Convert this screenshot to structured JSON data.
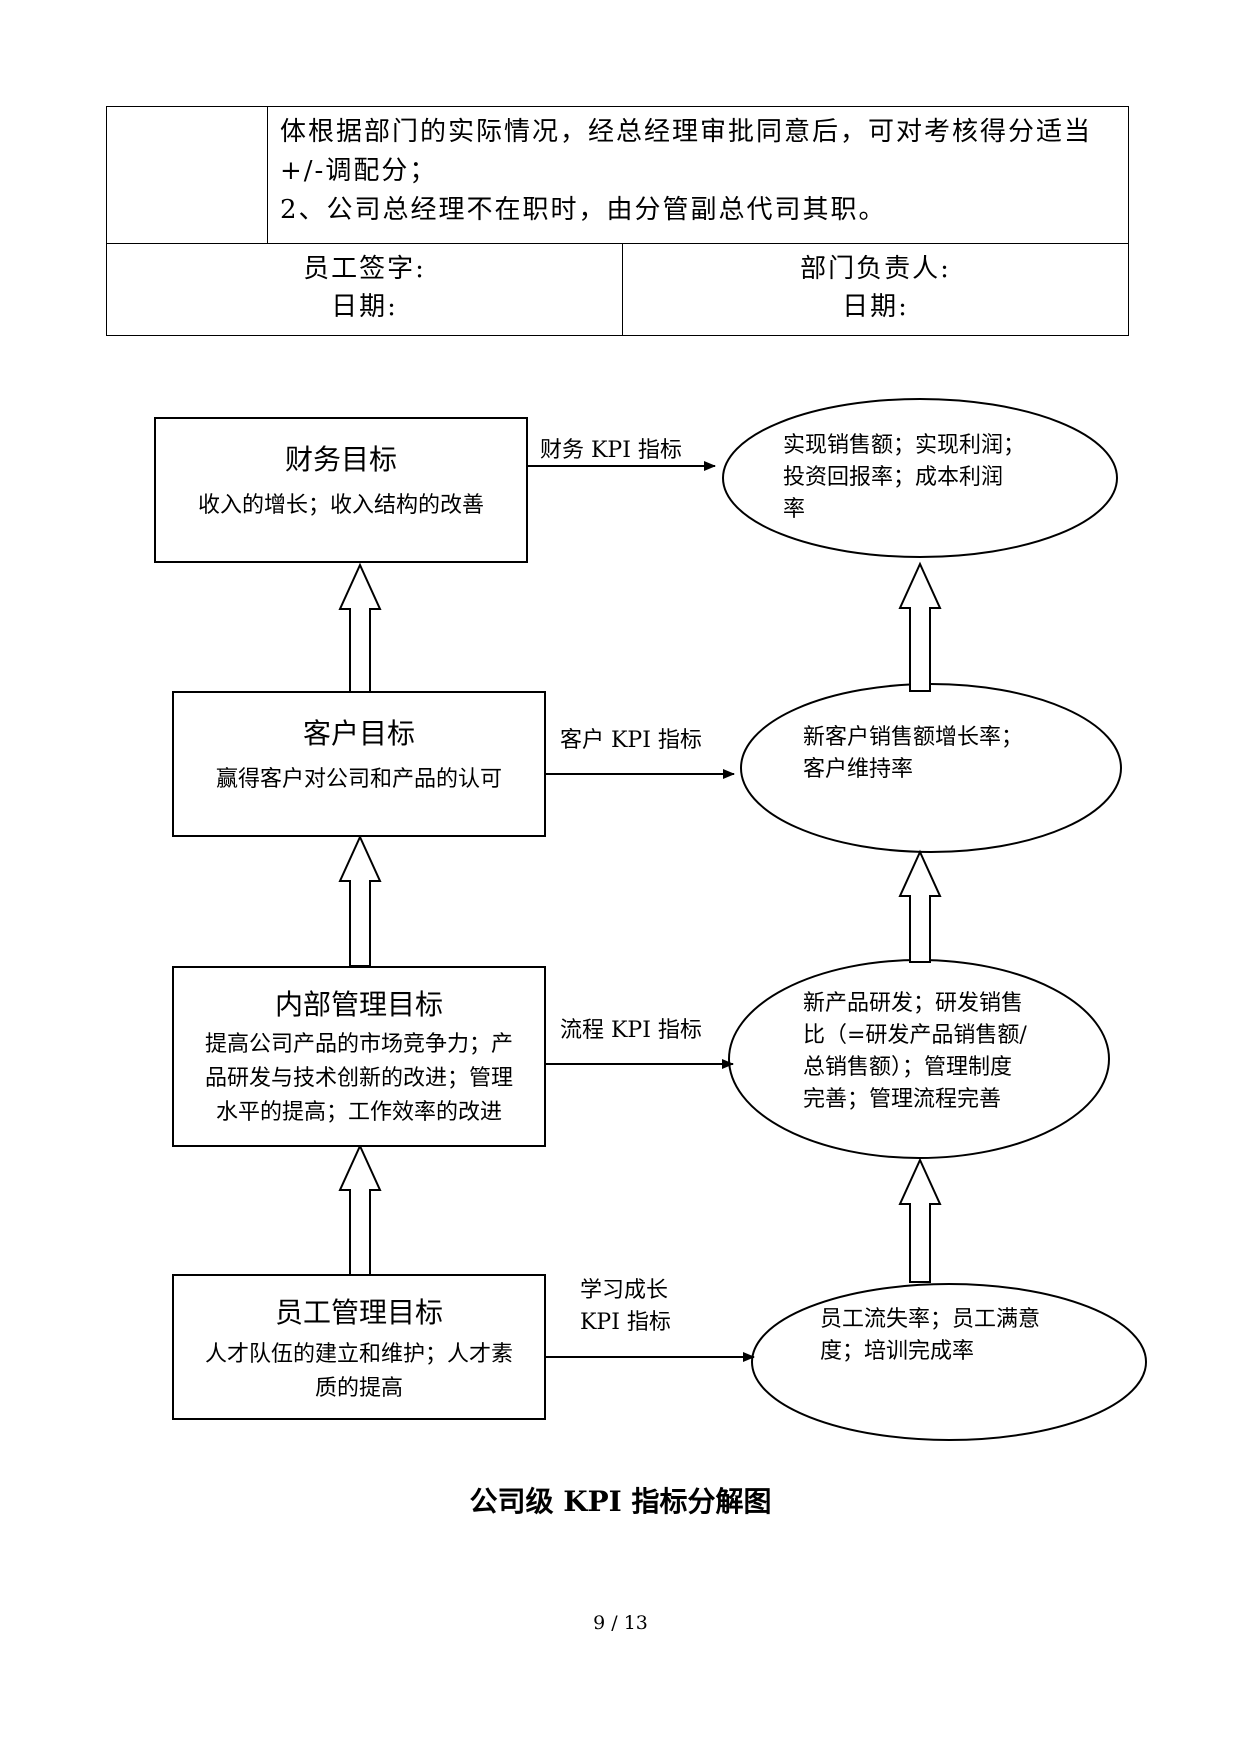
{
  "table": {
    "row1_text_lines": [
      "体根据部门的实际情况，经总经理审批同意后，可对考核得分适当",
      "+/-调配分；",
      "2、公司总经理不在职时，由分管副总代司其职。"
    ],
    "employee_sign": "员工签字:",
    "employee_date": "日期:",
    "dept_head_sign": "部门负责人:",
    "dept_head_date": "日期:"
  },
  "diagram": {
    "boxes": [
      {
        "title": "财务目标",
        "desc_lines": [
          "收入的增长；收入结构的改善"
        ]
      },
      {
        "title": "客户目标",
        "desc_lines": [
          "赢得客户对公司和产品的认可"
        ]
      },
      {
        "title": "内部管理目标",
        "desc_lines": [
          "提高公司产品的市场竞争力；产",
          "品研发与技术创新的改进；管理",
          "水平的提高；工作效率的改进"
        ]
      },
      {
        "title": "员工管理目标",
        "desc_lines": [
          "人才队伍的建立和维护；人才素",
          "质的提高"
        ]
      }
    ],
    "arrow_labels": [
      [
        "财务 KPI 指标"
      ],
      [
        "客户 KPI 指标"
      ],
      [
        "流程 KPI 指标"
      ],
      [
        "学习成长",
        "KPI 指标"
      ]
    ],
    "ellipses": [
      {
        "lines": [
          "实现销售额；实现利润；",
          "投资回报率；成本利润",
          "率"
        ]
      },
      {
        "lines": [
          "新客户销售额增长率；",
          "客户维持率"
        ]
      },
      {
        "lines": [
          "新产品研发；研发销售",
          "比（=研发产品销售额/",
          "总销售额）；管理制度",
          "完善；管理流程完善"
        ]
      },
      {
        "lines": [
          "员工流失率；员工满意",
          "度；培训完成率"
        ]
      }
    ]
  },
  "caption": "公司级 KPI 指标分解图",
  "page_number": "9 / 13"
}
